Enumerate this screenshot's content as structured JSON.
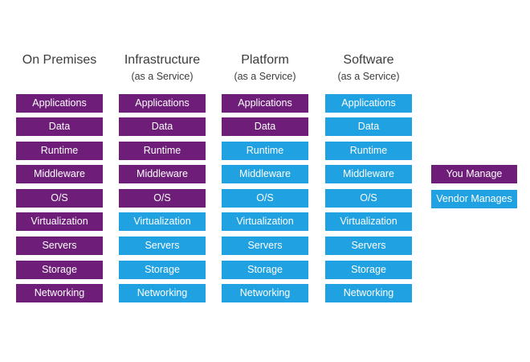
{
  "colors": {
    "you_manage": "#6e1d78",
    "vendor_manages": "#20a1e1"
  },
  "layers": [
    "Applications",
    "Data",
    "Runtime",
    "Middleware",
    "O/S",
    "Virtualization",
    "Servers",
    "Storage",
    "Networking"
  ],
  "columns": [
    {
      "title": "On Premises",
      "subtitle": "",
      "you_manage_count": 9
    },
    {
      "title": "Infrastructure",
      "subtitle": "(as a Service)",
      "you_manage_count": 5
    },
    {
      "title": "Platform",
      "subtitle": "(as a Service)",
      "you_manage_count": 2
    },
    {
      "title": "Software",
      "subtitle": "(as a Service)",
      "you_manage_count": 0
    }
  ],
  "legend": {
    "you_manage": "You Manage",
    "vendor_manages": "Vendor Manages"
  }
}
